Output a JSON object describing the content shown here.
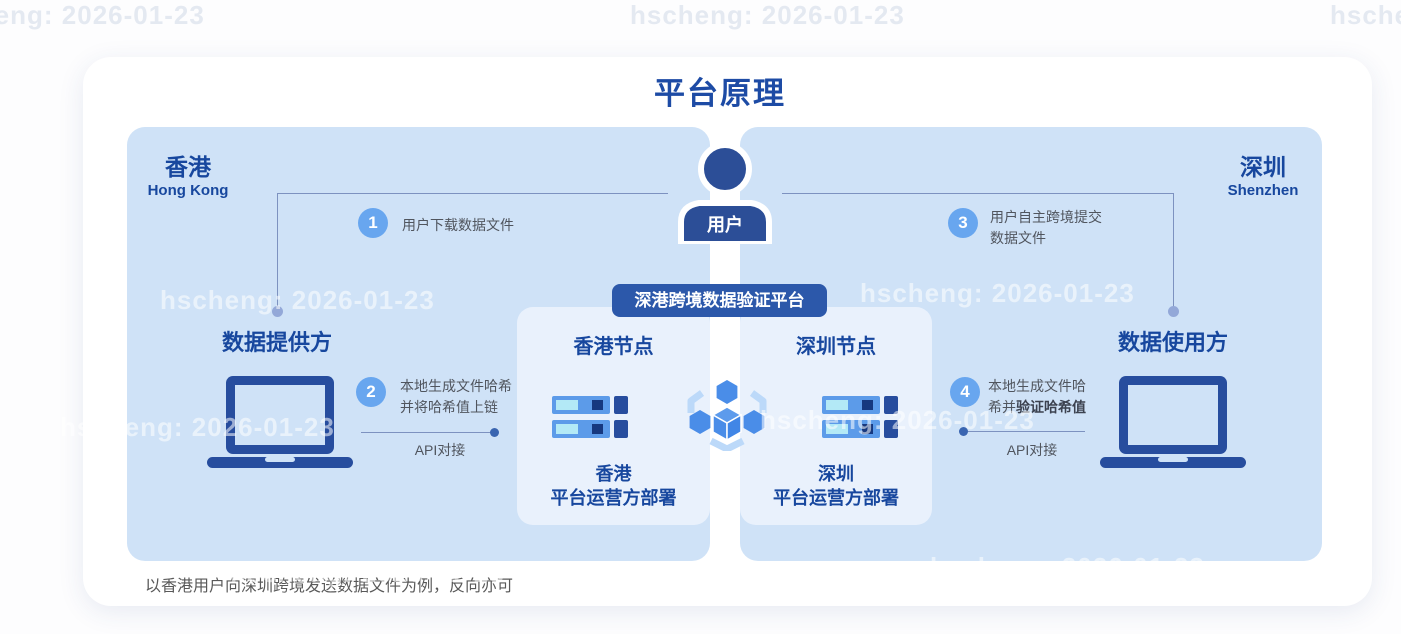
{
  "watermark": {
    "text": "hscheng: 2026-01-23"
  },
  "title": "平台原理",
  "regions": {
    "left": {
      "zh": "香港",
      "en": "Hong Kong"
    },
    "right": {
      "zh": "深圳",
      "en": "Shenzhen"
    }
  },
  "user": {
    "label": "用户"
  },
  "platform": {
    "label": "深港跨境数据验证平台"
  },
  "nodes": {
    "left": {
      "title": "香港节点",
      "deploy_line1": "香港",
      "deploy_line2": "平台运营方部署"
    },
    "right": {
      "title": "深圳节点",
      "deploy_line1": "深圳",
      "deploy_line2": "平台运营方部署"
    }
  },
  "actors": {
    "provider": {
      "label": "数据提供方"
    },
    "consumer": {
      "label": "数据使用方"
    }
  },
  "steps": {
    "s1": {
      "num": "1",
      "line1": "用户下载数据文件"
    },
    "s2": {
      "num": "2",
      "line1": "本地生成文件哈希",
      "line2": "并将哈希值上链"
    },
    "s3": {
      "num": "3",
      "line1": "用户自主跨境提交",
      "line2": "数据文件"
    },
    "s4": {
      "num": "4",
      "line1": "本地生成文件哈",
      "line2_prefix": "希并",
      "line2_emphasis": "验证哈希值"
    }
  },
  "api": {
    "left_label": "API对接",
    "right_label": "API对接"
  },
  "caption": "以香港用户向深圳跨境发送数据文件为例，反向亦可",
  "colors": {
    "accent_dark_blue": "#17479e",
    "title_blue": "#1d4ba5",
    "panel_blue": "#cfe2f7",
    "node_panel_blue": "#e9f1fc",
    "pill_bg": "#2c58aa",
    "step_circle_blue": "#68a6ef",
    "connector_line": "#7d92c0",
    "icon_navy": "#274d9e",
    "server_cyan": "#b3e9f6"
  }
}
